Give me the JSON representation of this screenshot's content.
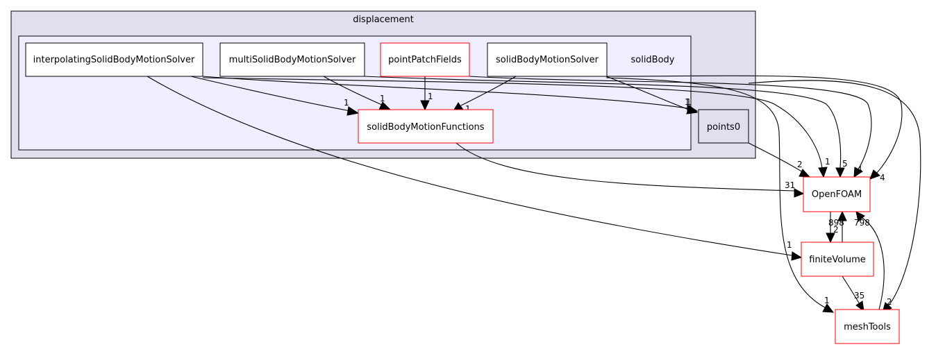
{
  "clusters": {
    "outer": {
      "label": "displacement"
    },
    "inner": {
      "label": "solidBody"
    }
  },
  "nodes": {
    "interpolating": {
      "label": "interpolatingSolidBodyMotionSolver"
    },
    "multi": {
      "label": "multiSolidBodyMotionSolver"
    },
    "pointPatch": {
      "label": "pointPatchFields"
    },
    "solidBodyMotionSolver": {
      "label": "solidBodyMotionSolver"
    },
    "functions": {
      "label": "solidBodyMotionFunctions"
    },
    "points0": {
      "label": "points0"
    },
    "openfoam": {
      "label": "OpenFOAM"
    },
    "finiteVolume": {
      "label": "finiteVolume"
    },
    "meshTools": {
      "label": "meshTools"
    }
  },
  "edges": {
    "interp_functions": "1",
    "multi_functions": "1",
    "pointpatch_functions": "1",
    "sbms_functions": "1",
    "to_points0_a": "1",
    "to_points0_b": "1",
    "points0_openfoam": "2",
    "functions_openfoam": "31",
    "to_openfoam_1": "1",
    "to_openfoam_5": "5",
    "to_openfoam_4": "4",
    "to_openfoam_4b": "4",
    "interp_finitevolume": "1",
    "openfoam_finitevolume": "898",
    "finitevolume_openfoam": "2",
    "meshtools_openfoam": "798",
    "finitevolume_meshtools": "35",
    "to_meshtools_1": "1",
    "to_meshtools_2": "2"
  },
  "colors": {
    "outer_fill": "#dfdfee",
    "inner_fill": "#eeeefe",
    "red_border": "#ff0000",
    "black_border": "#000000"
  }
}
